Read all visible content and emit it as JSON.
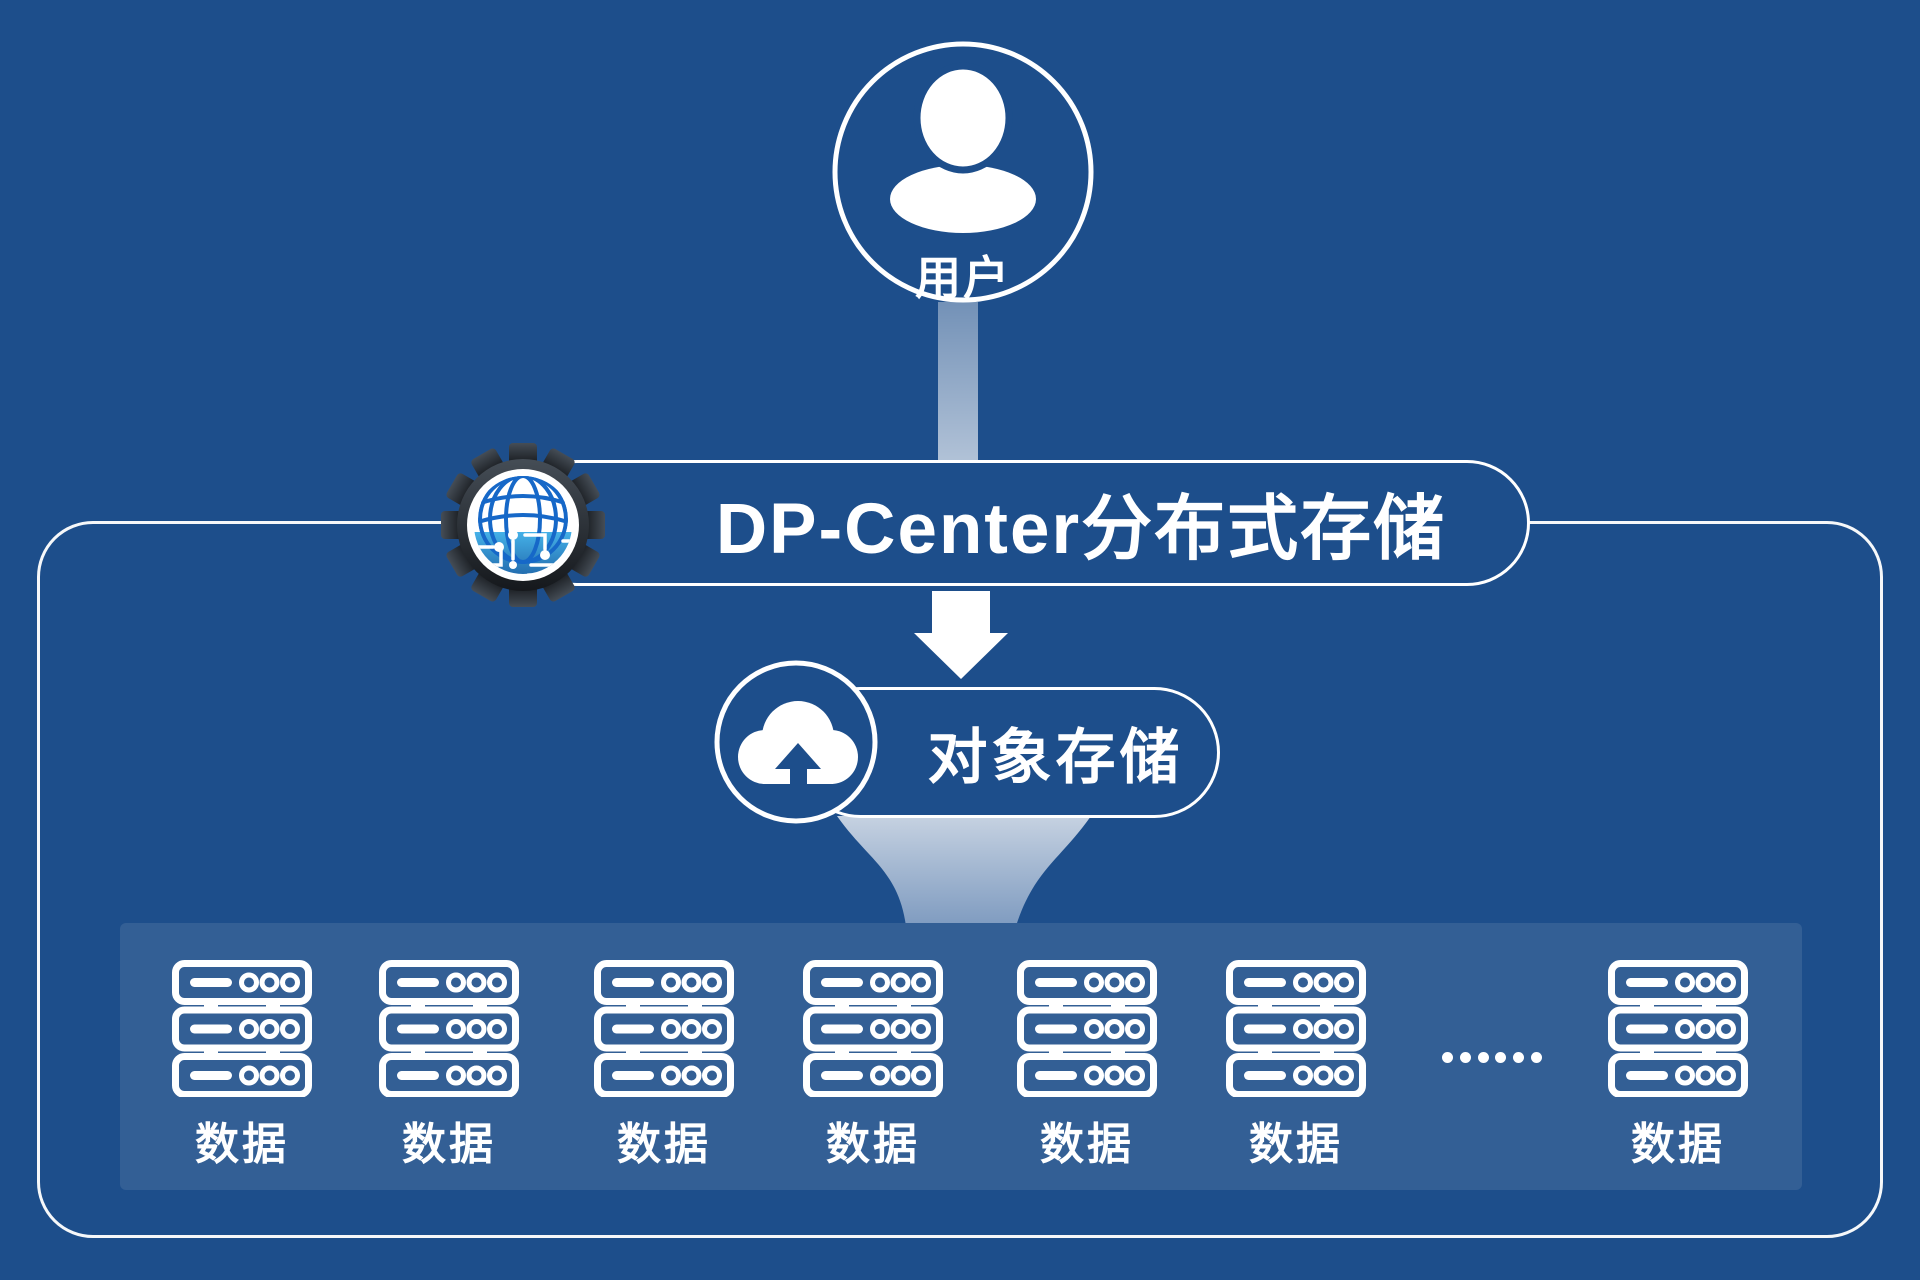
{
  "colors": {
    "background": "#1d4e8b",
    "panel": "#335f95",
    "outline": "#ffffff",
    "funnel_top": "#cfd9e6",
    "funnel_bottom": "#8aa4c6",
    "gear_dark_top": "#454d56",
    "gear_dark_bottom": "#15181c",
    "globe_blue": "#1668c8",
    "sea_top": "#45b1e8",
    "sea_bottom": "#0a3a84"
  },
  "user_node": {
    "label": "用户",
    "icon": "user-silhouette-icon"
  },
  "dp_center": {
    "label": "DP-Center分布式存储",
    "icon": "gear-globe-icon"
  },
  "object_storage": {
    "label": "对象存储",
    "icon": "cloud-upload-icon"
  },
  "data_cluster": {
    "server_icon": "server-rack-icon",
    "servers": [
      {
        "label": "数据"
      },
      {
        "label": "数据"
      },
      {
        "label": "数据"
      },
      {
        "label": "数据"
      },
      {
        "label": "数据"
      },
      {
        "label": "数据"
      },
      {
        "label": "数据"
      }
    ],
    "ellipsis_dots": 6
  }
}
